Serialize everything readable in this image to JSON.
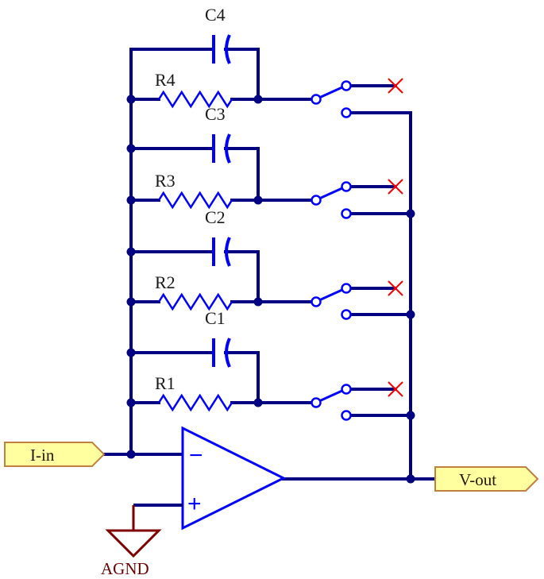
{
  "ports": {
    "input": "I-in",
    "output": "V-out",
    "ground": "AGND"
  },
  "opamp": {
    "minus": "−",
    "plus": "+"
  },
  "stages": [
    {
      "resistor": "R4",
      "capacitor": "C4"
    },
    {
      "resistor": "R3",
      "capacitor": "C3"
    },
    {
      "resistor": "R2",
      "capacitor": "C2"
    },
    {
      "resistor": "R1",
      "capacitor": "C1"
    }
  ],
  "colors": {
    "wire": "#000080",
    "component": "#0000ff",
    "no_connect": "#ff0000",
    "port_fill": "#ffffa0",
    "port_stroke": "#c08040",
    "ground": "#800000"
  }
}
